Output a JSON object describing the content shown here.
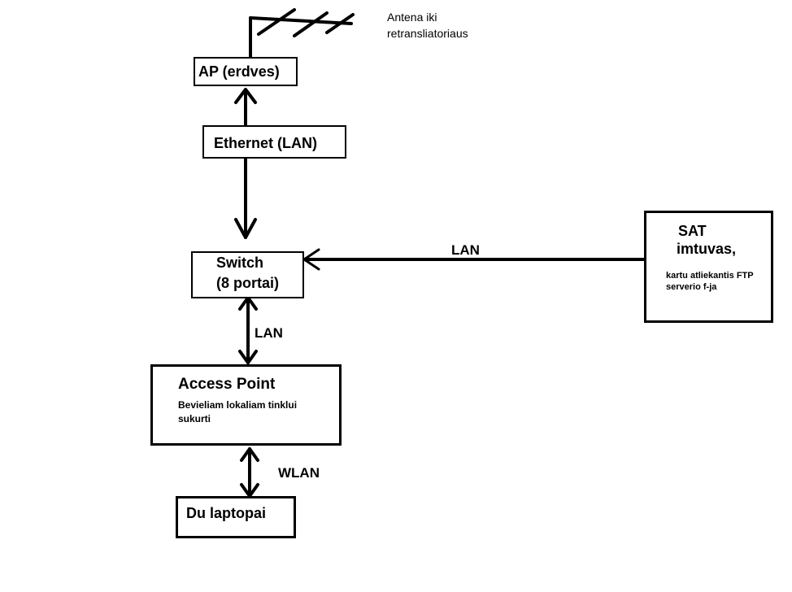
{
  "antenna": {
    "label_line1": "Antena iki",
    "label_line2": "retransliatoriaus"
  },
  "nodes": {
    "ap": {
      "label": "AP (erdves)"
    },
    "ethernet": {
      "label": "Ethernet (LAN)"
    },
    "switch": {
      "line1": "Switch",
      "line2": "(8 portai)"
    },
    "sat": {
      "line1": "SAT",
      "line2": "imtuvas,",
      "desc_line1": "kartu atliekantis FTP",
      "desc_line2": "serverio f-ja"
    },
    "access_point": {
      "title": "Access Point",
      "desc_line1": "Bevieliam lokaliam tinklui",
      "desc_line2": "sukurti"
    },
    "laptops": {
      "label": "Du laptopai"
    }
  },
  "links": {
    "switch_sat": "LAN",
    "switch_ap": "LAN",
    "ap_laptops": "WLAN"
  }
}
